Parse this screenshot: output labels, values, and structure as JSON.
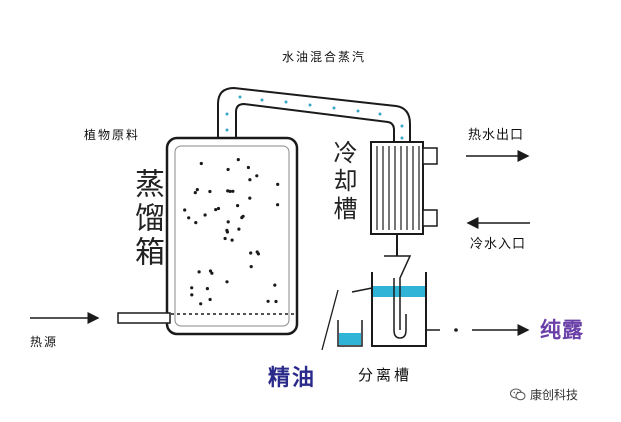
{
  "labels": {
    "steam": "水油混合蒸汽",
    "plant": "植物原料",
    "still": "蒸馏箱",
    "condenser": "冷却槽",
    "hot_water_out": "热水出口",
    "cold_water_in": "冷水入口",
    "heat_source": "热源",
    "essential_oil": "精油",
    "separator": "分离槽",
    "hydrosol": "纯露"
  },
  "watermark": "康创科技",
  "icons": {
    "arrow": "arrow-right-icon",
    "watermark": "wechat-icon"
  },
  "colors": {
    "line": "#1a1a1a",
    "water": "#2fb3d6",
    "oil_label": "#2a2a8a",
    "hydrosol_label": "#6a3fa8",
    "vapor_dot": "#3aa6c8"
  }
}
